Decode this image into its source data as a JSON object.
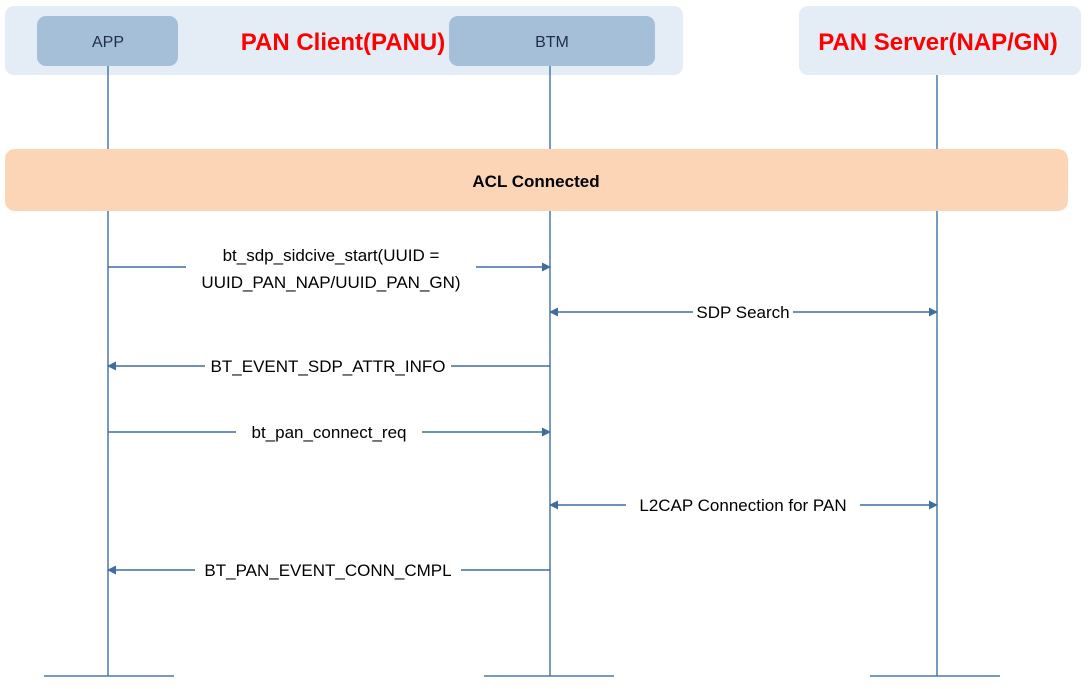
{
  "diagram": {
    "groups": {
      "client": {
        "label": "PAN Client(PANU)"
      },
      "server": {
        "label": "PAN Server(NAP/GN)"
      }
    },
    "actors": {
      "app": {
        "label": "APP"
      },
      "btm": {
        "label": "BTM"
      }
    },
    "banner": {
      "label": "ACL Connected"
    },
    "messages": [
      {
        "label_line1": "bt_sdp_sidcive_start(UUID =",
        "label_line2": "UUID_PAN_NAP/UUID_PAN_GN)",
        "from": "app",
        "to": "btm"
      },
      {
        "label": "SDP Search",
        "from": "btm",
        "to": "server",
        "bidirectional": true
      },
      {
        "label": "BT_EVENT_SDP_ATTR_INFO",
        "from": "btm",
        "to": "app"
      },
      {
        "label": "bt_pan_connect_req",
        "from": "app",
        "to": "btm"
      },
      {
        "label": "L2CAP Connection for PAN",
        "from": "btm",
        "to": "server",
        "bidirectional": true
      },
      {
        "label": "BT_PAN_EVENT_CONN_CMPL",
        "from": "btm",
        "to": "app"
      }
    ],
    "colors": {
      "group_fill": "#e4ecf5",
      "actor_fill": "#a5bfd9",
      "banner_fill": "#fbd5b5",
      "lifeline": "#4a7aa8",
      "arrow": "#3e6da0",
      "group_text": "#ff0000"
    }
  }
}
